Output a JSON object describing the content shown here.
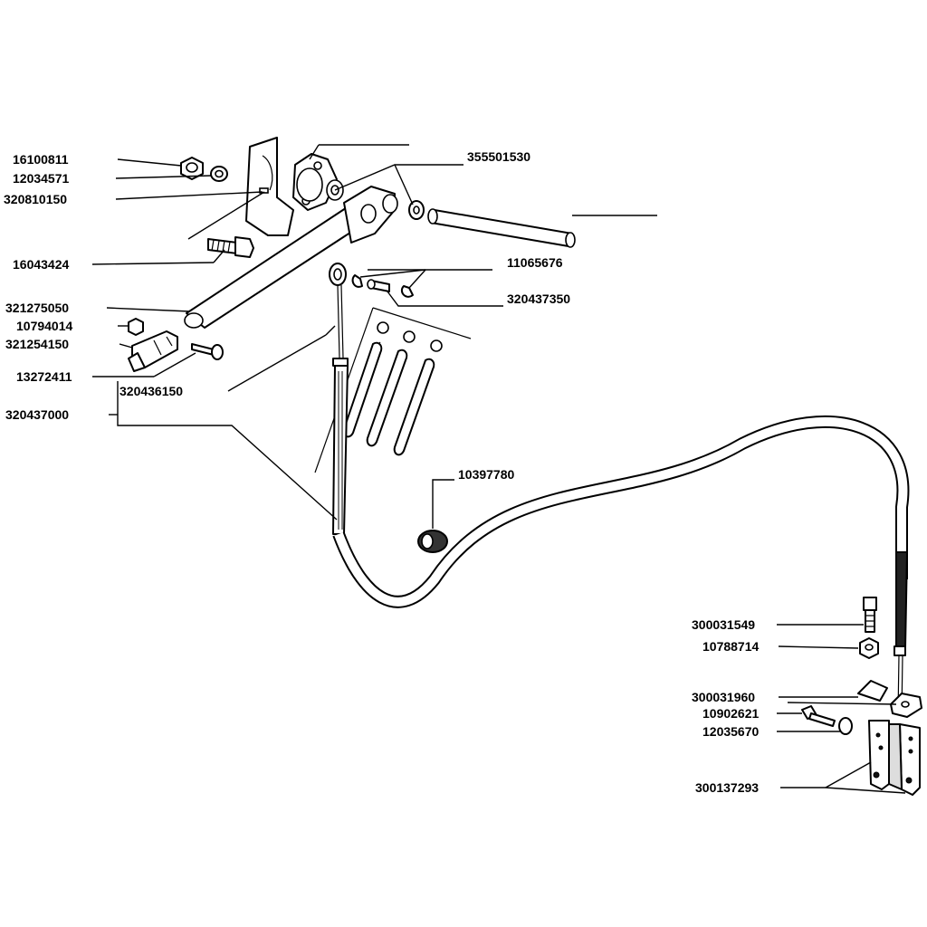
{
  "parts": {
    "p16100811": "16100811",
    "p12034571": "12034571",
    "p320810150": "320810150",
    "p16043424": "16043424",
    "p321275050": "321275050",
    "p10794014": "10794014",
    "p321254150": "321254150",
    "p13272411": "13272411",
    "p320436150": "320436150",
    "p320437000": "320437000",
    "p355501530": "355501530",
    "p11065676": "11065676",
    "p320437350": "320437350",
    "p10397780": "10397780",
    "p300031549": "300031549",
    "p10788714": "10788714",
    "p300031960": "300031960",
    "p10902621": "10902621",
    "p12035670": "12035670",
    "p300137293": "300137293"
  }
}
